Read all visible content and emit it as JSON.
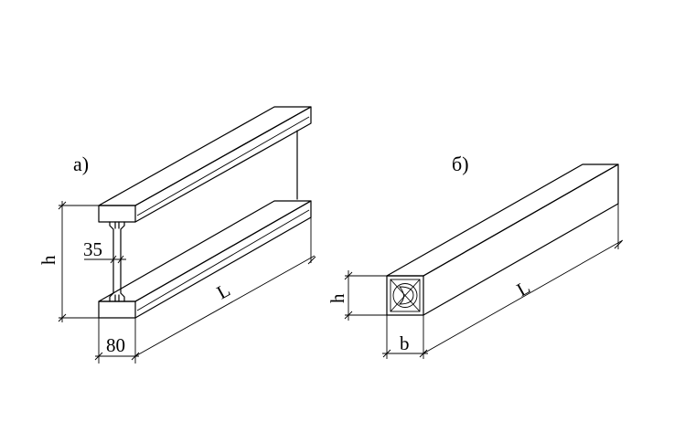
{
  "figure_a": {
    "label": "а)",
    "dimensions": {
      "height": "h",
      "web": "35",
      "flange_width": "80",
      "length": "L"
    }
  },
  "figure_b": {
    "label": "б)",
    "dimensions": {
      "height": "h",
      "width": "b",
      "length": "L"
    }
  },
  "colors": {
    "line": "#000000",
    "background": "#ffffff"
  }
}
